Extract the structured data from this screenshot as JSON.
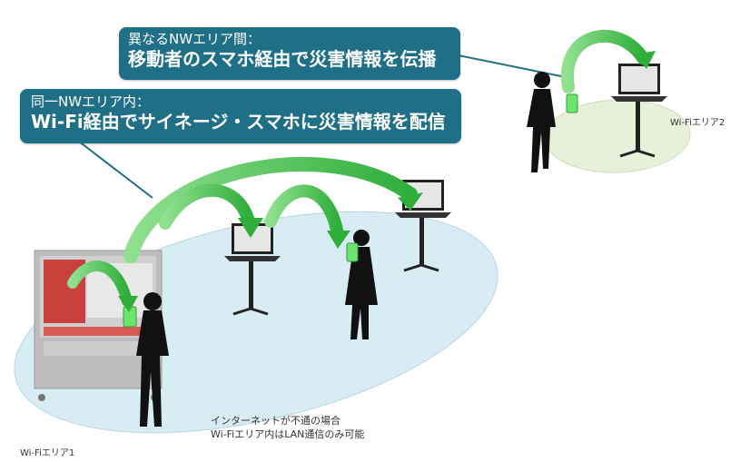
{
  "callouts": {
    "inter_area": {
      "small": "異なるNWエリア間：",
      "big": "移動者のスマホ経由で災害情報を伝播"
    },
    "intra_area": {
      "small": "同一NWエリア内：",
      "big": "Wi-Fi経由でサイネージ・スマホに災害情報を配信"
    }
  },
  "areas": {
    "area1": "Wi-Fiエリア1",
    "area2": "Wi-Fiエリア2"
  },
  "note": {
    "line1": "インターネットが不通の場合",
    "line2": "Wi-Fiエリア内はLAN通信のみ可能"
  },
  "colors": {
    "callout_bg": "#1f6f86",
    "area1_fill": "#d8ecf3",
    "area2_fill": "#e8f0da",
    "arrow_green": "#4cc24c",
    "phone_green": "#6fe36f"
  },
  "icons": [
    "signage-icon",
    "laptop-icon",
    "person-icon",
    "smartphone-icon",
    "arrow-icon"
  ]
}
